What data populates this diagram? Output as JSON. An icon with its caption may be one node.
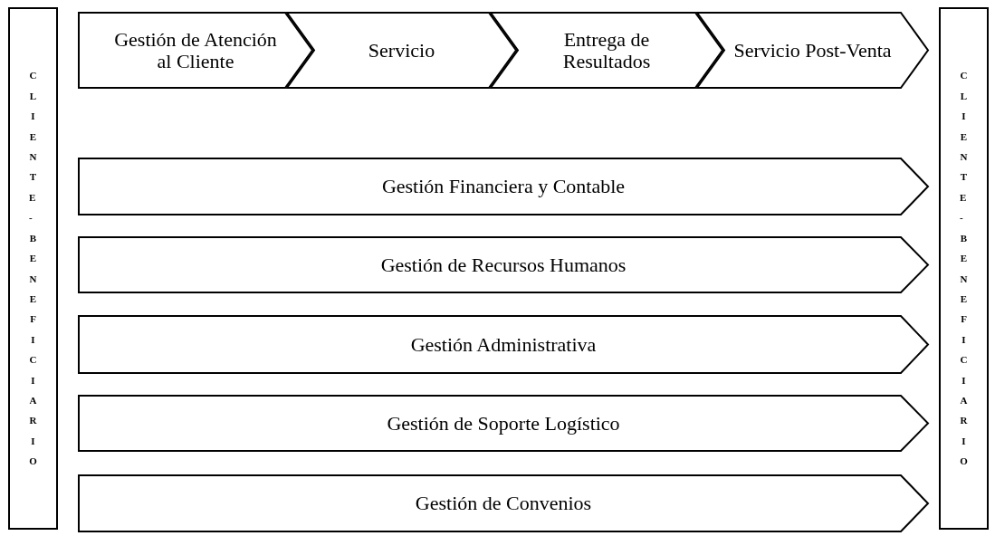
{
  "diagram": {
    "nodes": [
      {
        "text": [
          "CLIENTE - BENEFICIARIO"
        ]
      },
      {
        "text": [
          "Gestión de Atención al Cliente"
        ]
      },
      {
        "text": [
          "Servicio"
        ]
      },
      {
        "text": [
          "Entrega de Resultados"
        ]
      },
      {
        "text": [
          "Servicio Post-Venta"
        ]
      },
      {
        "text": [
          "Gestión Financiera y Contable"
        ]
      },
      {
        "text": [
          "Gestión de Recursos Humanos"
        ]
      },
      {
        "text": [
          "Gestión Administrativa"
        ]
      },
      {
        "text": [
          "Gestión de Soporte Logístico"
        ]
      },
      {
        "text": [
          "Gestión de Convenios"
        ]
      },
      {
        "text": [
          "CLIENTE - BENEFICIARIO"
        ]
      }
    ],
    "edges": []
  }
}
